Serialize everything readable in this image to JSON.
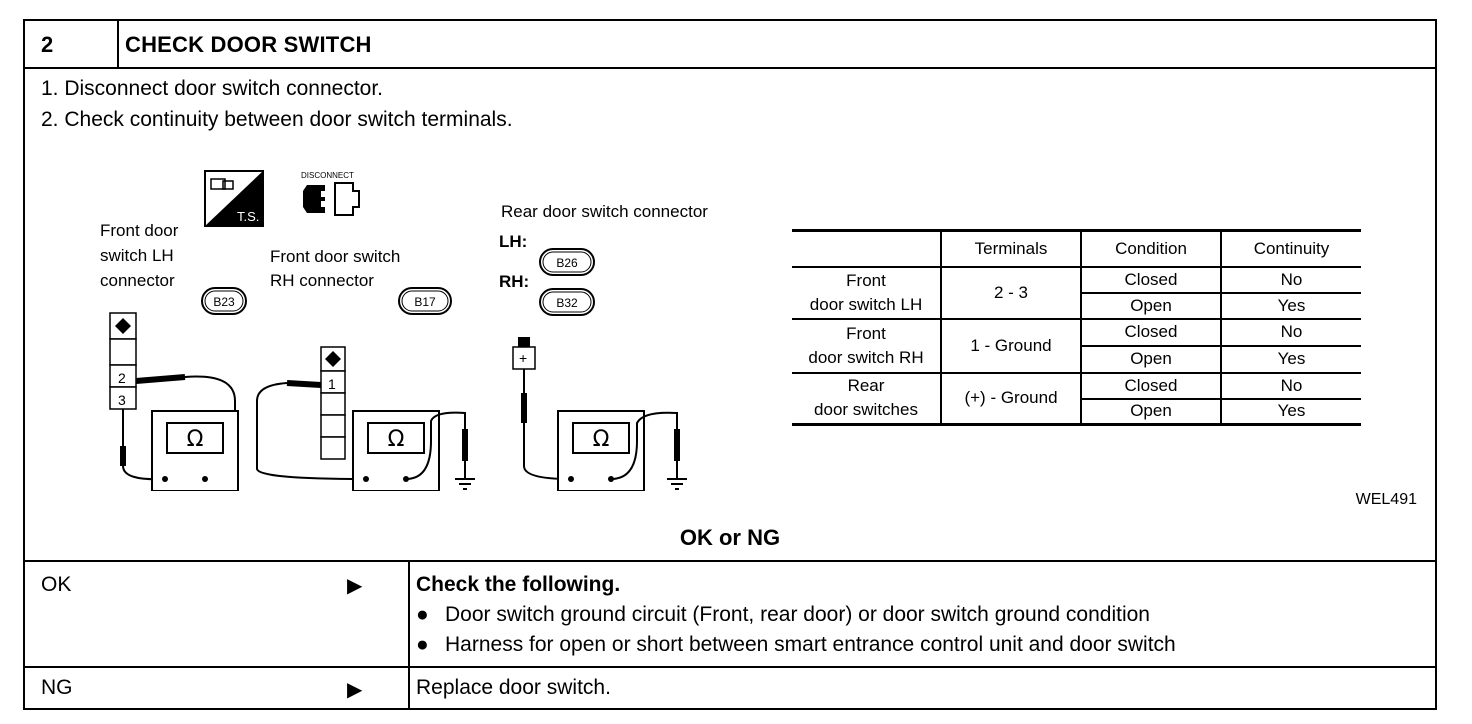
{
  "header": {
    "step_number": "2",
    "title": "CHECK DOOR SWITCH"
  },
  "steps": [
    "1.  Disconnect door switch connector.",
    "2.  Check continuity between door switch terminals."
  ],
  "figure": {
    "disconnect_label": "DISCONNECT",
    "ts_label": "T.S.",
    "front_lh": {
      "line1": "Front door",
      "line2": "switch  LH",
      "line3": "connector",
      "code": "B23",
      "terminals": [
        "2",
        "3"
      ]
    },
    "front_rh": {
      "line1": "Front door switch",
      "line2": "RH connector",
      "code": "B17",
      "terminals": [
        "1"
      ]
    },
    "rear": {
      "title": "Rear door switch connector",
      "lh_label": "LH:",
      "lh_code": "B26",
      "rh_label": "RH:",
      "rh_code": "B32",
      "terminal": "+"
    },
    "ohm_symbol": "Ω",
    "figure_code": "WEL491"
  },
  "spec_table": {
    "headers": [
      "Terminals",
      "Condition",
      "Continuity"
    ],
    "rows": [
      {
        "name_line1": "Front",
        "name_line2": "door switch LH",
        "terminals": "2 - 3",
        "conditions": [
          {
            "condition": "Closed",
            "continuity": "No"
          },
          {
            "condition": "Open",
            "continuity": "Yes"
          }
        ]
      },
      {
        "name_line1": "Front",
        "name_line2": "door switch RH",
        "terminals": "1 - Ground",
        "conditions": [
          {
            "condition": "Closed",
            "continuity": "No"
          },
          {
            "condition": "Open",
            "continuity": "Yes"
          }
        ]
      },
      {
        "name_line1": "Rear",
        "name_line2": "door switches",
        "terminals": "(+) - Ground",
        "conditions": [
          {
            "condition": "Closed",
            "continuity": "No"
          },
          {
            "condition": "Open",
            "continuity": "Yes"
          }
        ]
      }
    ]
  },
  "result_heading": "OK or NG",
  "results": {
    "ok": {
      "label": "OK",
      "title": "Check the following.",
      "bullets": [
        "Door switch ground circuit (Front, rear door) or door switch ground condition",
        "Harness for open or short between smart entrance control unit and door switch"
      ]
    },
    "ng": {
      "label": "NG",
      "action": "Replace door switch."
    }
  }
}
